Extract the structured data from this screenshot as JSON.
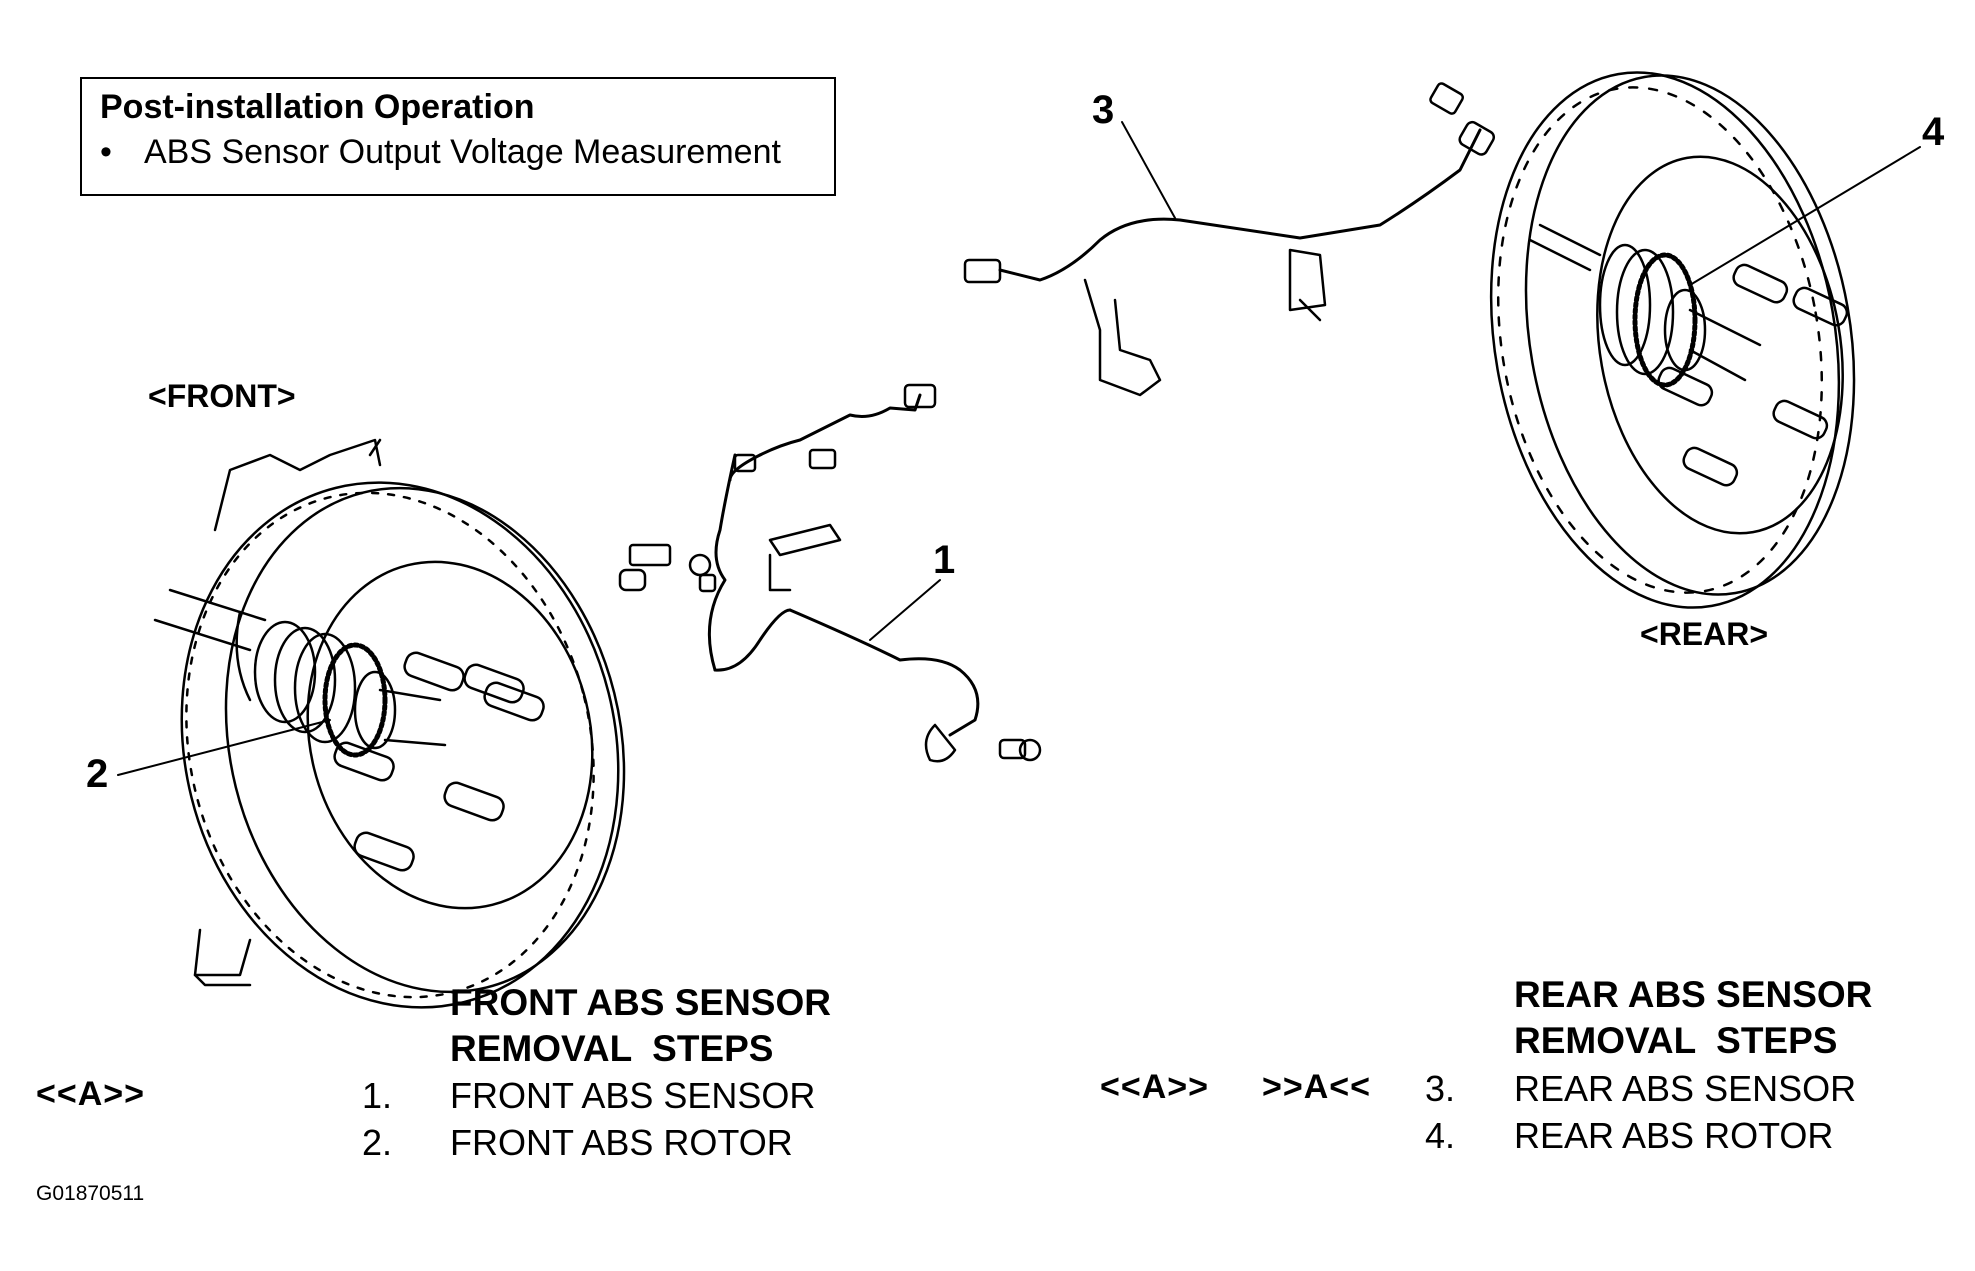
{
  "note": {
    "title": "Post-installation Operation",
    "bullet": "•",
    "item": "ABS Sensor Output Voltage Measurement"
  },
  "labels": {
    "front": "<FRONT>",
    "rear": "<REAR>"
  },
  "callouts": [
    "1",
    "2",
    "3",
    "4"
  ],
  "front_steps": {
    "heading_line1": "FRONT ABS SENSOR",
    "heading_line2": "REMOVAL  STEPS",
    "ref": "<<A>>",
    "items": [
      {
        "num": "1.",
        "text": "FRONT ABS SENSOR"
      },
      {
        "num": "2.",
        "text": "FRONT ABS ROTOR"
      }
    ]
  },
  "rear_steps": {
    "heading_line1": "REAR ABS SENSOR",
    "heading_line2": "REMOVAL  STEPS",
    "ref_install": "<<A>>",
    "ref_remove": ">>A<<",
    "items": [
      {
        "num": "3.",
        "text": "REAR ABS SENSOR"
      },
      {
        "num": "4.",
        "text": "REAR ABS ROTOR"
      }
    ]
  },
  "figure_code": "G01870511"
}
